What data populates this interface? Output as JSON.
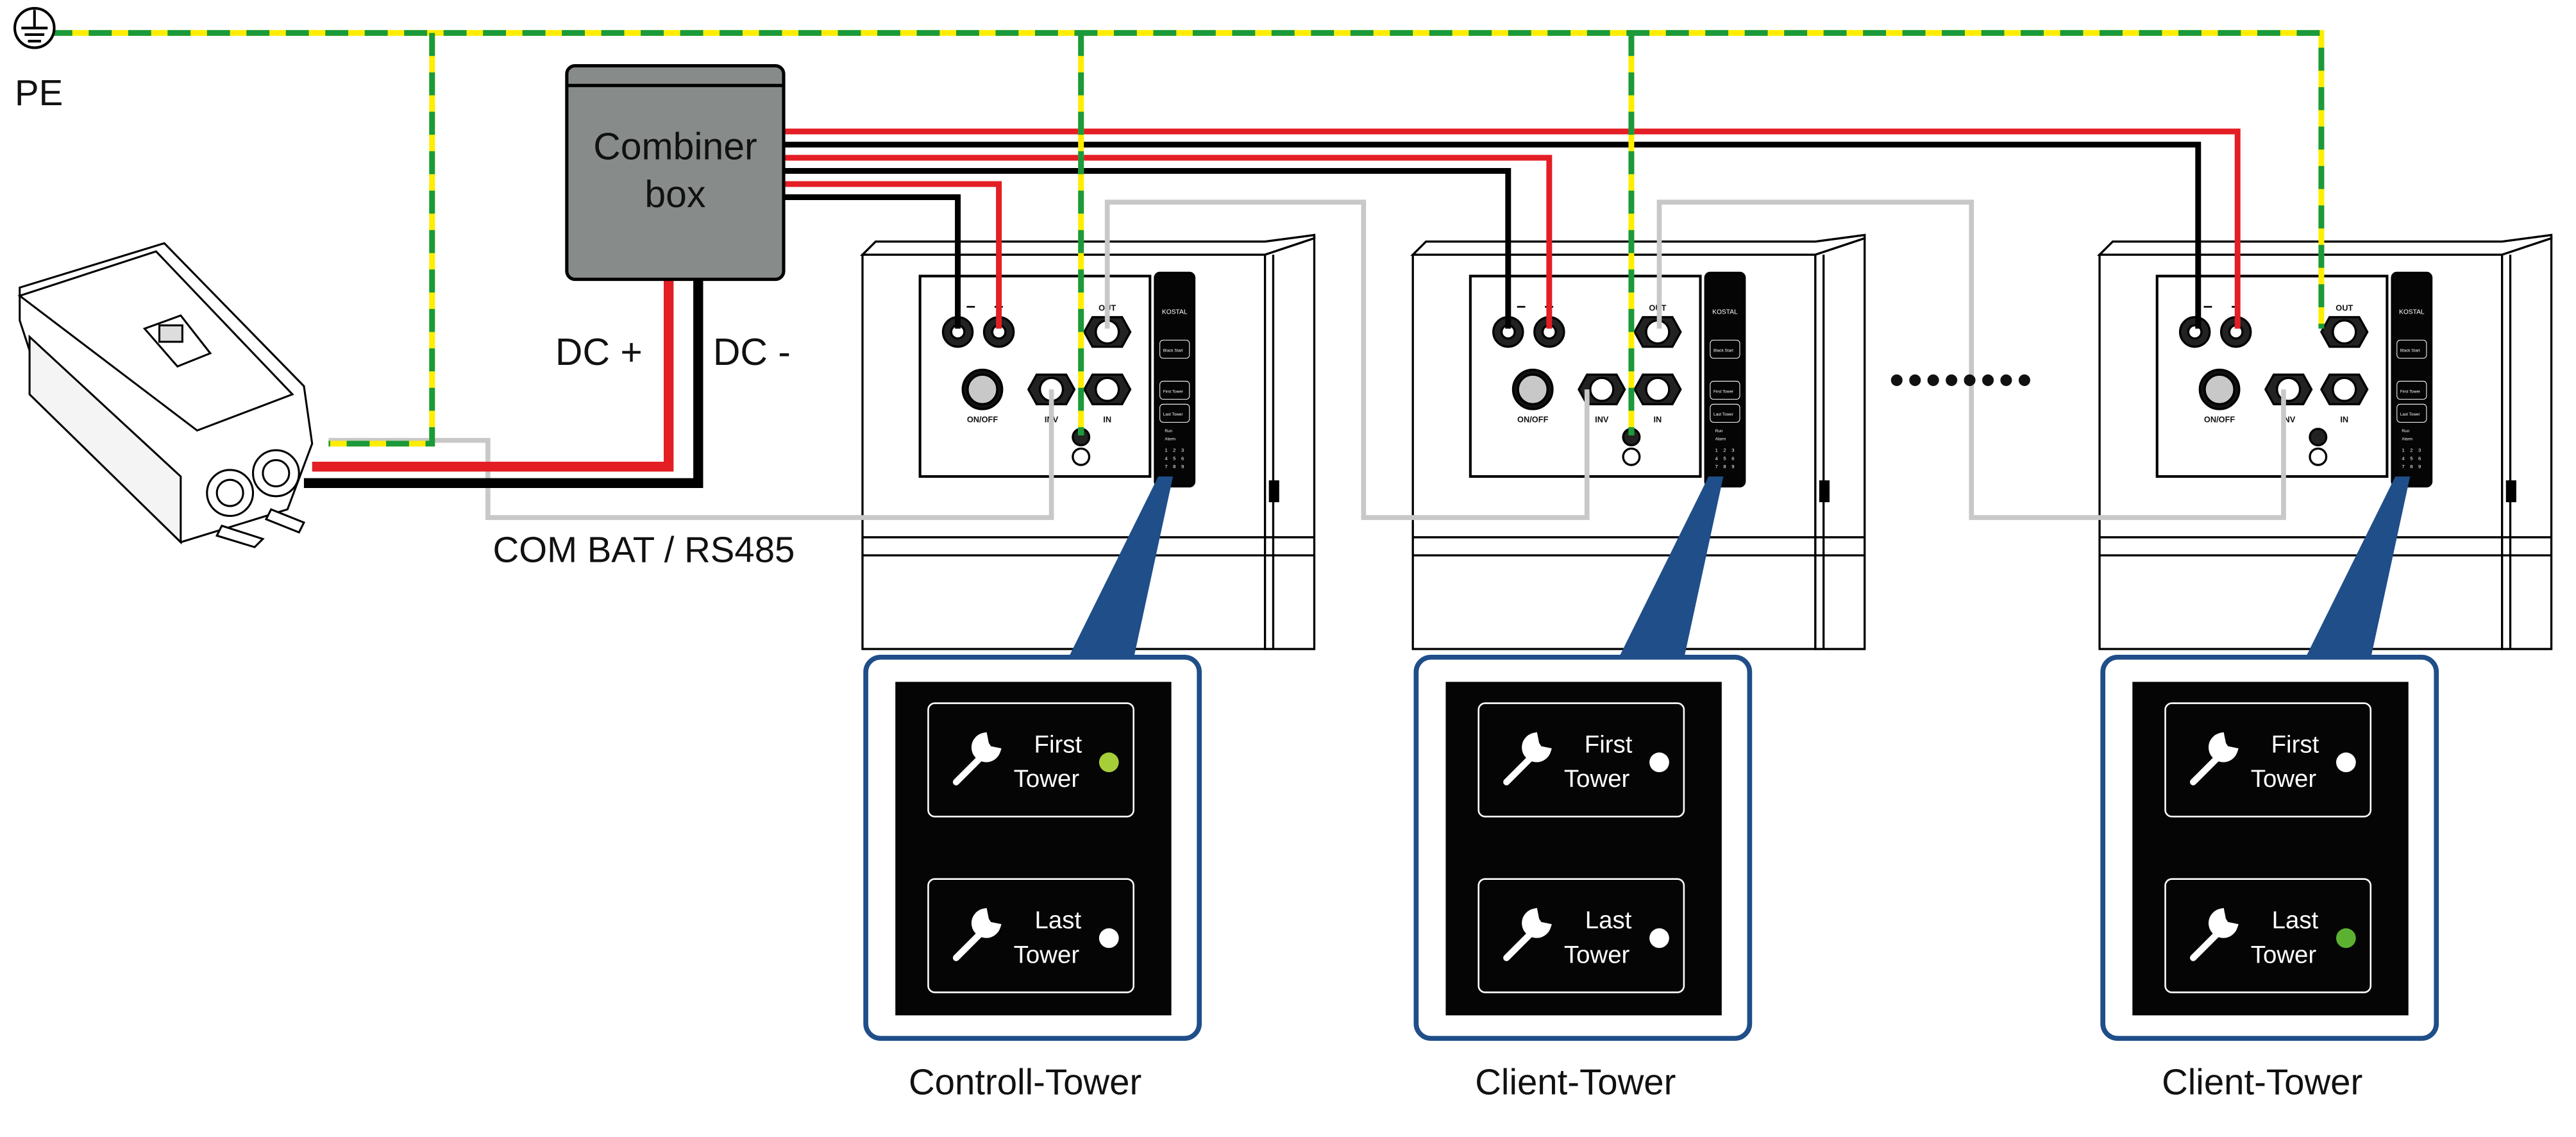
{
  "pe_label": "PE",
  "combiner": {
    "line1": "Combiner",
    "line2": "box"
  },
  "dc_plus": "DC +",
  "dc_minus": "DC -",
  "com_label": "COM BAT / RS485",
  "continuation": "••••••••",
  "panel": {
    "minus": "−",
    "plus": "+",
    "out": "OUT",
    "onoff": "ON/OFF",
    "inv": "INV",
    "in": "IN",
    "brand": "KOSTAL",
    "black_start": "Black Start",
    "first": "First Tower",
    "last": "Last Tower",
    "run": "Run",
    "alarm": "Alarm",
    "keys": [
      "1",
      "2",
      "3",
      "4",
      "5",
      "6",
      "7",
      "8",
      "9"
    ]
  },
  "callout": {
    "first_line1": "First",
    "first_line2": "Tower",
    "last_line1": "Last",
    "last_line2": "Tower"
  },
  "towers": [
    {
      "name": "Controll-Tower",
      "first_led": "#a6ce39",
      "last_led": "#ffffff"
    },
    {
      "name": "Client-Tower",
      "first_led": "#ffffff",
      "last_led": "#ffffff"
    },
    {
      "name": "Client-Tower",
      "first_led": "#ffffff",
      "last_led": "#5cb230"
    }
  ],
  "colors": {
    "red": "#e31e24",
    "black": "#000000",
    "pe_yellow": "#ffed00",
    "pe_green": "#1a9a3a",
    "com": "#c8c8c8",
    "callout": "#1f4e89",
    "combiner": "#878b8a"
  }
}
